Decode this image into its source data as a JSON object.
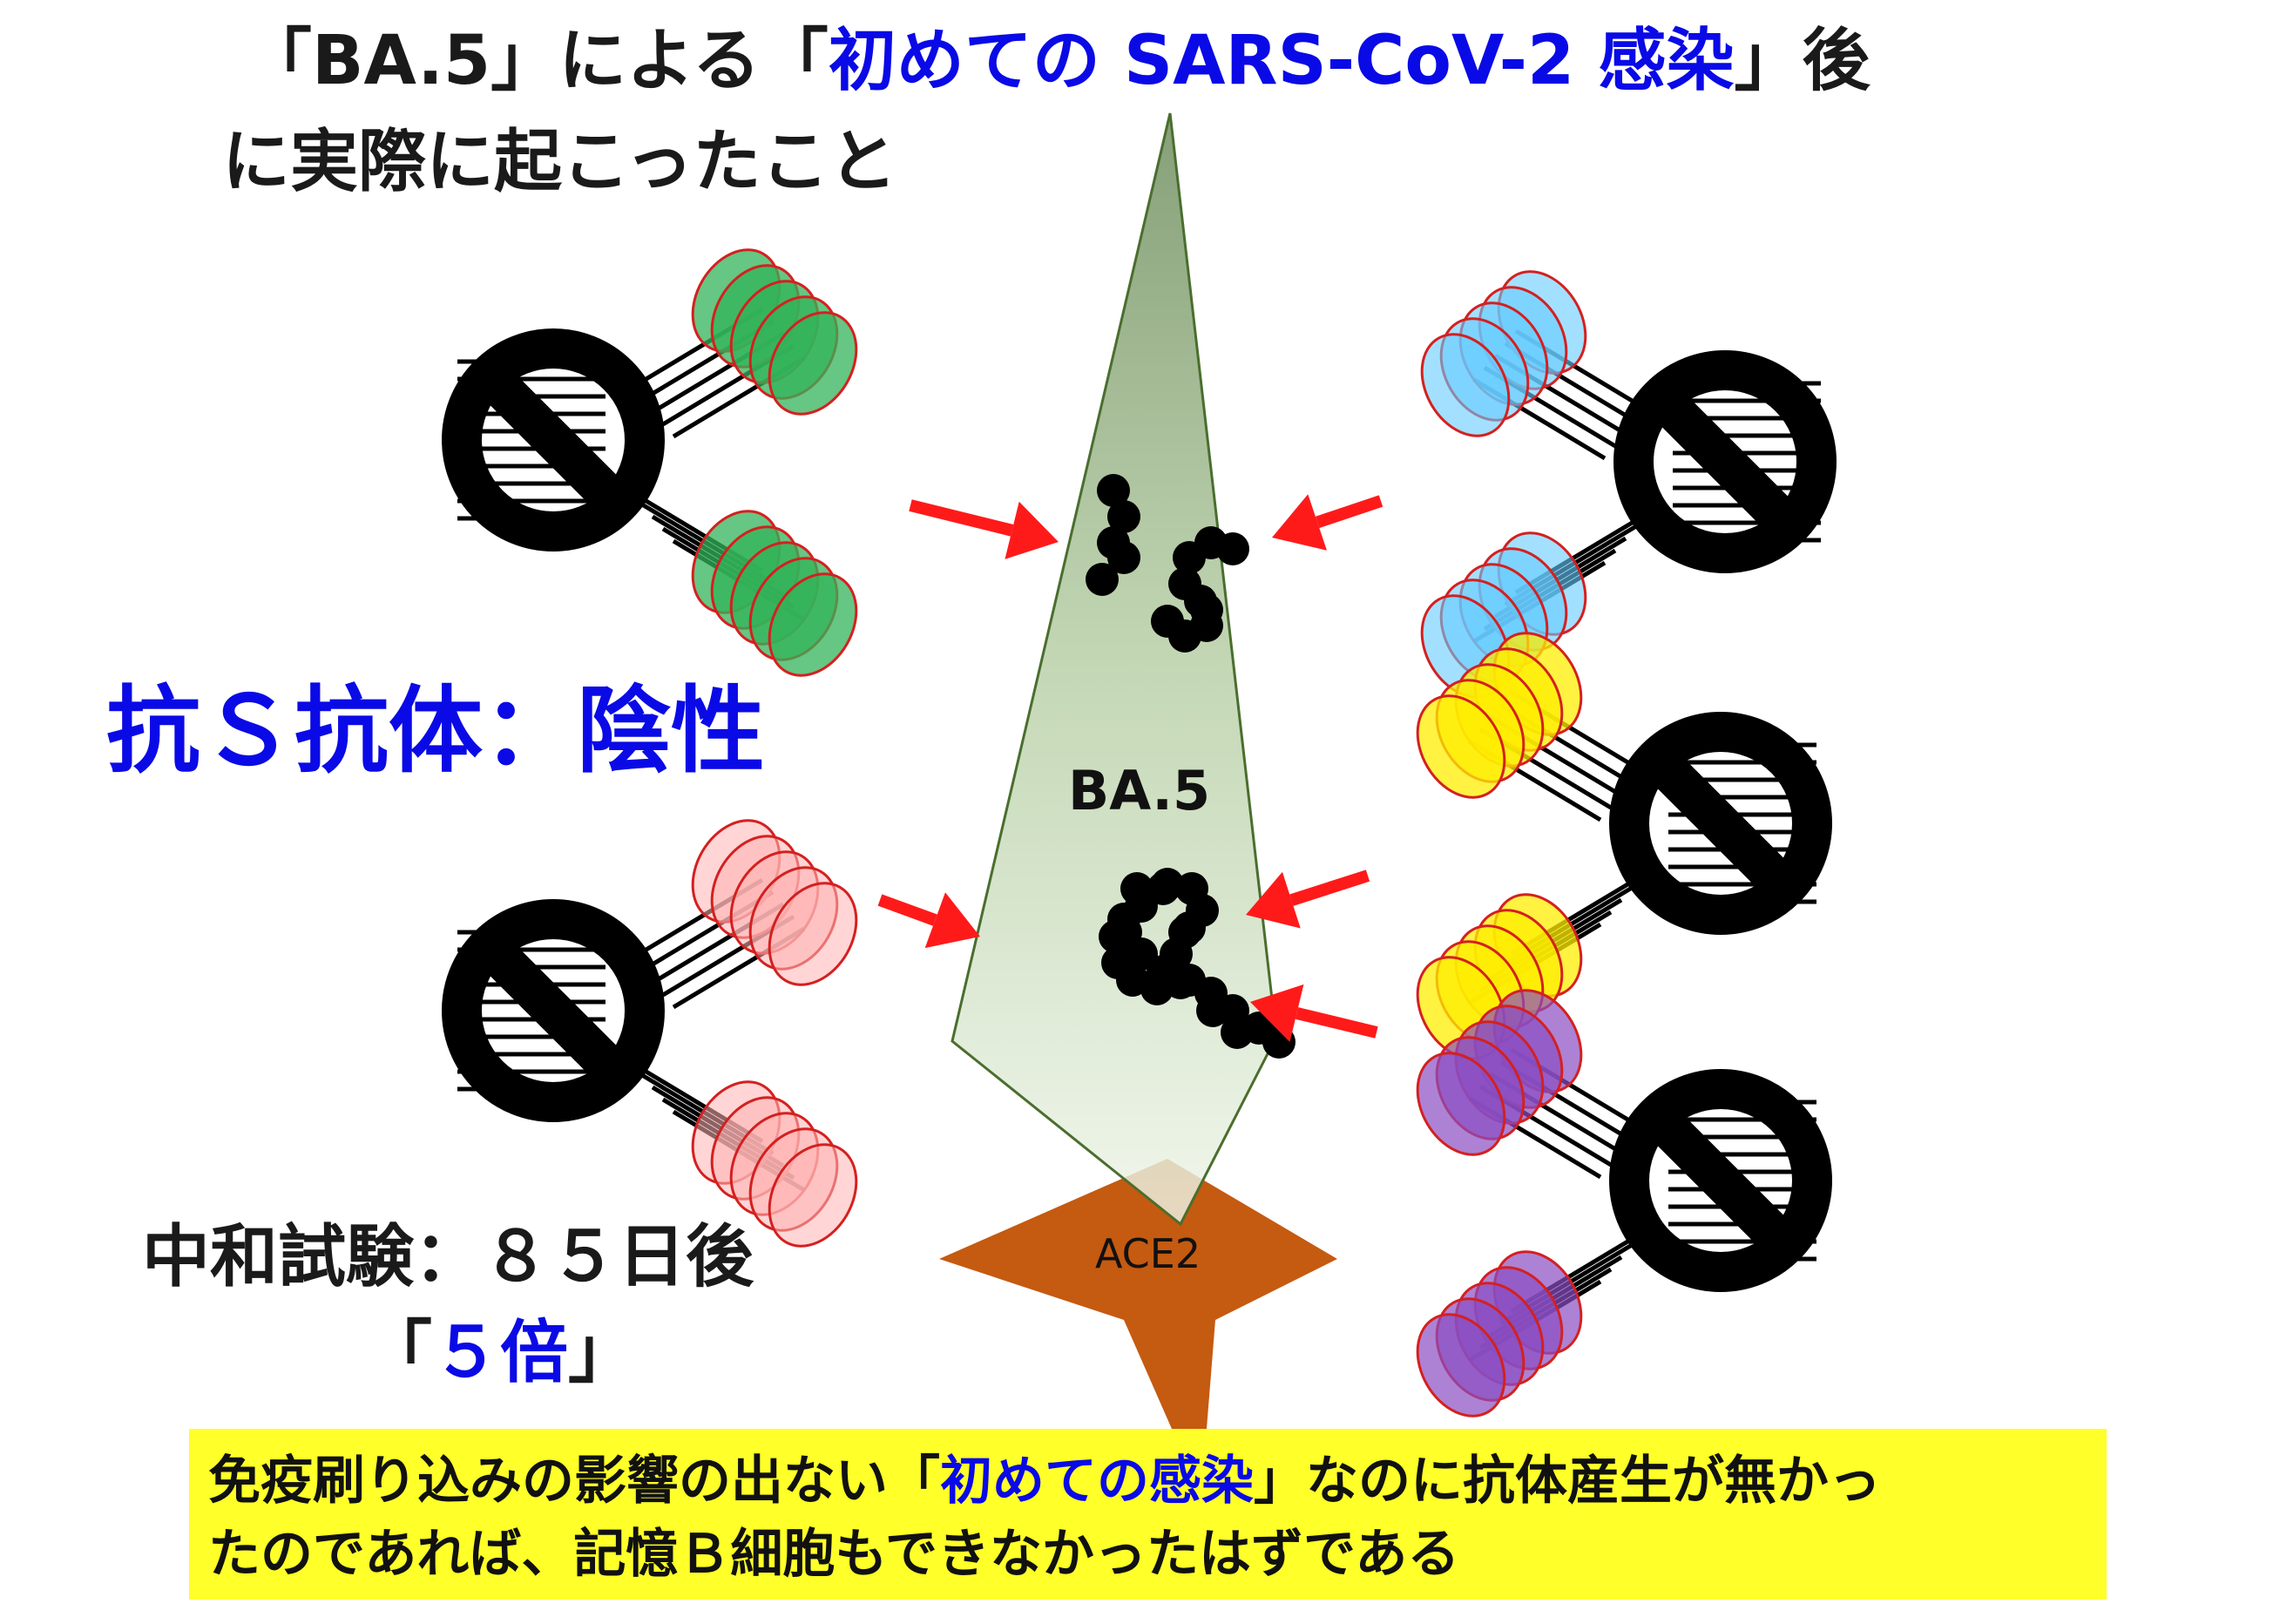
{
  "title": {
    "line1_pre": "「BA.5」による「",
    "line1_highlight": "初めての SARS-CoV-2 感染",
    "line1_post": "」後",
    "line2": "に実際に起こったこと"
  },
  "result_label": "抗Ｓ抗体：陰性",
  "virus_label": "BA.5",
  "receptor_label": "ACE2",
  "neutralization": {
    "line1": "中和試験：８５日後",
    "fold_pre": "「",
    "fold_value": "５倍",
    "fold_post": "」"
  },
  "bottom_note": {
    "line1_pre": "免疫刷り込みの影響の出ない「",
    "line1_highlight": "初めての感染",
    "line1_post": "」なのに抗体産生が無かっ",
    "line2": "たのであれば、記憶Ｂ細胞もできなかったはずである"
  },
  "colors": {
    "title_text": "#1a1a1a",
    "highlight_blue": "#0a0ae6",
    "note_background": "#ffff29",
    "arrow_red": "#ff1a1a",
    "receptor_orange": "#c55a11",
    "spike_green_top": "#6a8a5a",
    "spike_green_bottom": "#e8f2e0",
    "antibody_green": "#33b35a",
    "antibody_pink": "#ffb3b3",
    "antibody_blue": "#66ccff",
    "antibody_yellow": "#ffee00",
    "antibody_purple": "#8a4dc2",
    "prohibition_black": "#000000"
  },
  "icons": [
    "prohibition-icon",
    "antibody-icon",
    "red-arrow-icon",
    "epitope-chain-icon",
    "ace2-receptor-icon"
  ]
}
